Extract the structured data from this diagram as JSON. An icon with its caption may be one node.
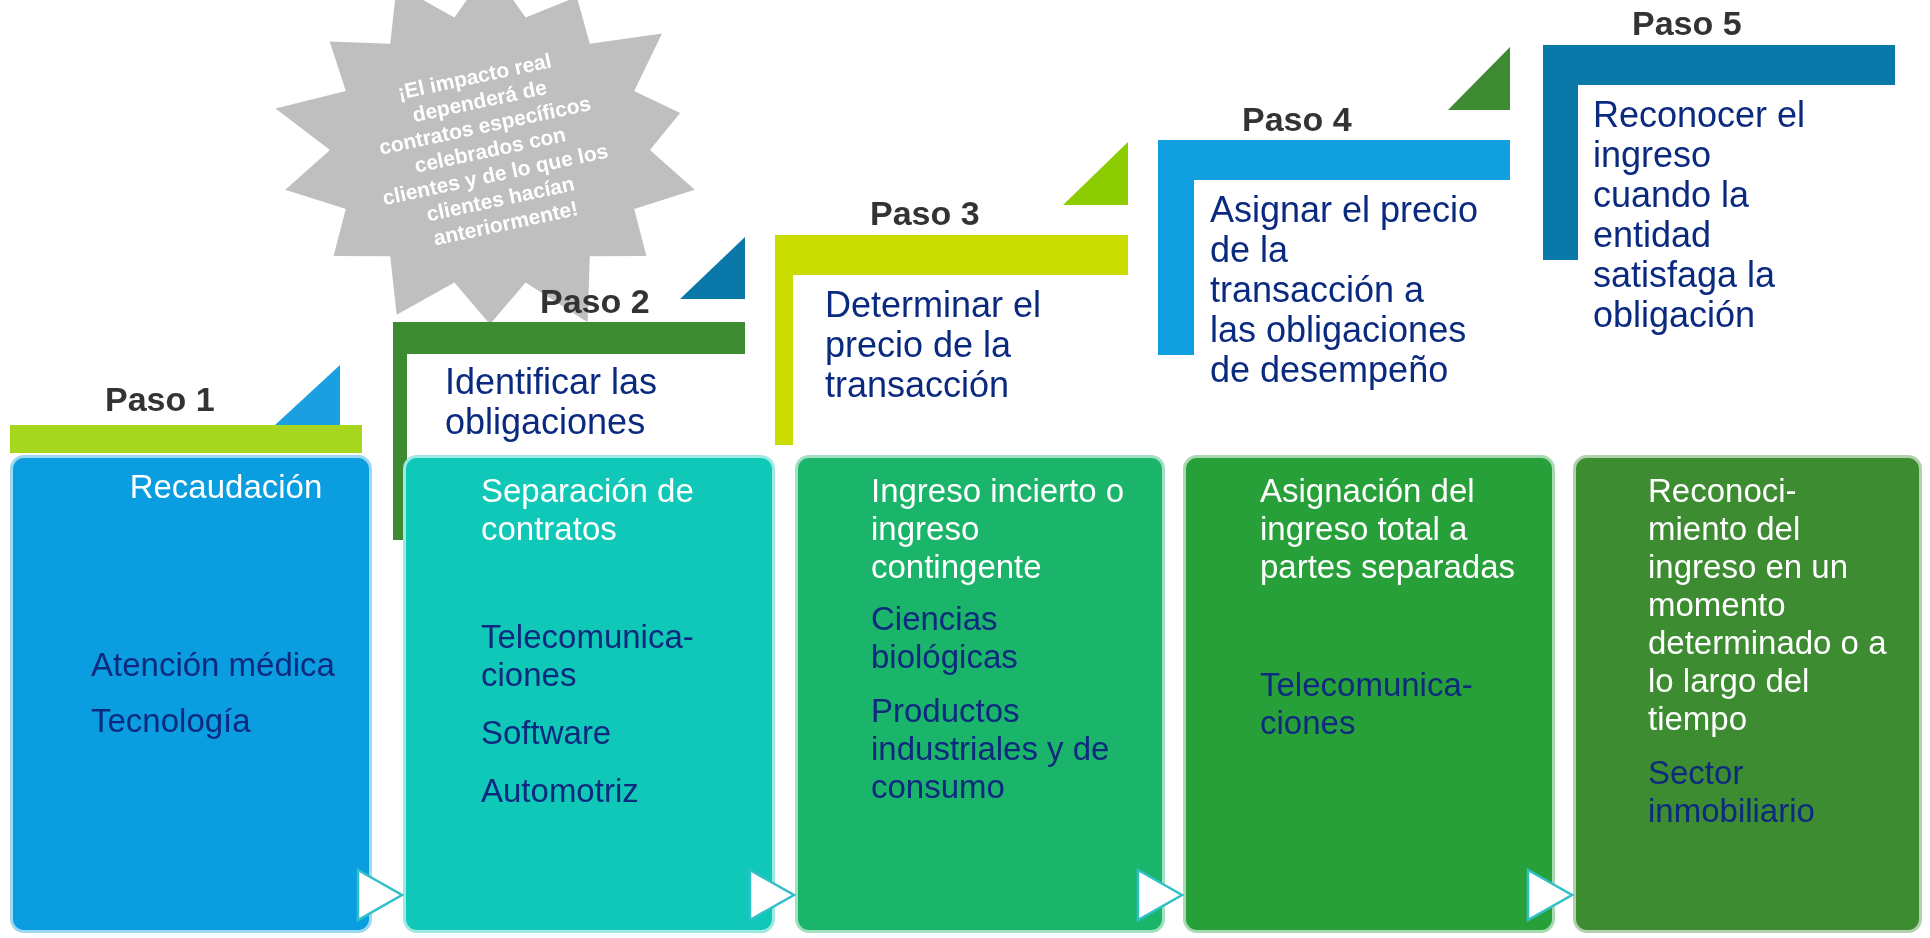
{
  "diagram": {
    "nodes": [
      {
        "text": [
          "¡El impacto real dependerá de contratos específicos celebrados con clientes y de lo que los clientes hacían anteriormente!"
        ]
      },
      {
        "text": [
          "Paso 1"
        ]
      },
      {
        "text": [
          "Paso 2",
          "Identificar las obligaciones"
        ]
      },
      {
        "text": [
          "Paso 3",
          "Determinar el precio de la transacción"
        ]
      },
      {
        "text": [
          "Paso 4",
          "Asignar el precio de la transacción a las obligaciones de desempeño"
        ]
      },
      {
        "text": [
          "Paso 5",
          "Reconocer el ingreso cuando la entidad satisfaga la obligación"
        ]
      },
      {
        "text": [
          "Recaudación",
          "Atención médica",
          "Tecnología"
        ]
      },
      {
        "text": [
          "Separación de contratos",
          "Telecomunica- ciones",
          "Software",
          "Automotriz"
        ]
      },
      {
        "text": [
          "Ingreso incierto o ingreso contingente",
          "Ciencias biológicas",
          "Productos industriales y de consumo"
        ]
      },
      {
        "text": [
          "Asignación del ingreso total a partes separadas",
          "Telecomunica- ciones"
        ]
      },
      {
        "text": [
          "Reconoci- miento del ingreso en un momento determinado o a lo largo del tiempo",
          "Sector inmobiliario"
        ]
      }
    ],
    "edges": [
      {
        "from": 6,
        "to": 7,
        "arrow": "to"
      },
      {
        "from": 7,
        "to": 8,
        "arrow": "to"
      },
      {
        "from": 8,
        "to": 9,
        "arrow": "to"
      },
      {
        "from": 9,
        "to": 10,
        "arrow": "to"
      }
    ]
  }
}
